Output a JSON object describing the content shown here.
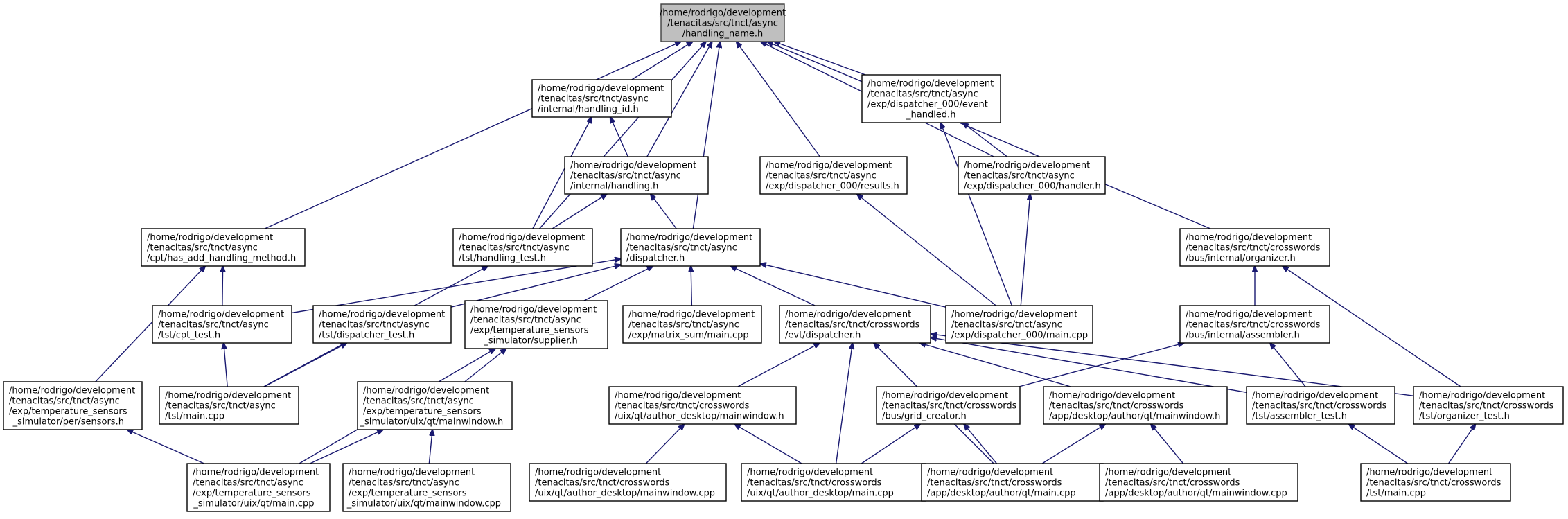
{
  "nodes": [
    {
      "id": "root",
      "lines": [
        "/home/rodrigo/development",
        "/tenacitas/src/tnct/async",
        "/handling_name.h"
      ],
      "highlight": true
    },
    {
      "id": "handling_id",
      "lines": [
        "/home/rodrigo/development",
        "/tenacitas/src/tnct/async",
        "/internal/handling_id.h"
      ]
    },
    {
      "id": "event_handled",
      "lines": [
        "/home/rodrigo/development",
        "/tenacitas/src/tnct/async",
        "/exp/dispatcher_000/event",
        "_handled.h"
      ]
    },
    {
      "id": "internal_handling",
      "lines": [
        "/home/rodrigo/development",
        "/tenacitas/src/tnct/async",
        "/internal/handling.h"
      ]
    },
    {
      "id": "results",
      "lines": [
        "/home/rodrigo/development",
        "/tenacitas/src/tnct/async",
        "/exp/dispatcher_000/results.h"
      ]
    },
    {
      "id": "handler",
      "lines": [
        "/home/rodrigo/development",
        "/tenacitas/src/tnct/async",
        "/exp/dispatcher_000/handler.h"
      ]
    },
    {
      "id": "has_add",
      "lines": [
        "/home/rodrigo/development",
        "/tenacitas/src/tnct/async",
        "/cpt/has_add_handling_method.h"
      ]
    },
    {
      "id": "handling_test",
      "lines": [
        "/home/rodrigo/development",
        "/tenacitas/src/tnct/async",
        "/tst/handling_test.h"
      ]
    },
    {
      "id": "dispatcher",
      "lines": [
        "/home/rodrigo/development",
        "/tenacitas/src/tnct/async",
        "/dispatcher.h"
      ]
    },
    {
      "id": "organizer",
      "lines": [
        "/home/rodrigo/development",
        "/tenacitas/src/tnct/crosswords",
        "/bus/internal/organizer.h"
      ]
    },
    {
      "id": "cpt_test",
      "lines": [
        "/home/rodrigo/development",
        "/tenacitas/src/tnct/async",
        "/tst/cpt_test.h"
      ]
    },
    {
      "id": "dispatcher_test",
      "lines": [
        "/home/rodrigo/development",
        "/tenacitas/src/tnct/async",
        "/tst/dispatcher_test.h"
      ]
    },
    {
      "id": "supplier",
      "lines": [
        "/home/rodrigo/development",
        "/tenacitas/src/tnct/async",
        "/exp/temperature_sensors",
        "_simulator/supplier.h"
      ]
    },
    {
      "id": "matrix_sum",
      "lines": [
        "/home/rodrigo/development",
        "/tenacitas/src/tnct/async",
        "/exp/matrix_sum/main.cpp"
      ]
    },
    {
      "id": "evt_dispatcher",
      "lines": [
        "/home/rodrigo/development",
        "/tenacitas/src/tnct/crosswords",
        "/evt/dispatcher.h"
      ]
    },
    {
      "id": "disp000_main",
      "lines": [
        "/home/rodrigo/development",
        "/tenacitas/src/tnct/async",
        "/exp/dispatcher_000/main.cpp"
      ]
    },
    {
      "id": "assembler",
      "lines": [
        "/home/rodrigo/development",
        "/tenacitas/src/tnct/crosswords",
        "/bus/internal/assembler.h"
      ]
    },
    {
      "id": "sensors",
      "lines": [
        "/home/rodrigo/development",
        "/tenacitas/src/tnct/async",
        "/exp/temperature_sensors",
        "_simulator/per/sensors.h"
      ]
    },
    {
      "id": "tst_main",
      "lines": [
        "/home/rodrigo/development",
        "/tenacitas/src/tnct/async",
        "/tst/main.cpp"
      ]
    },
    {
      "id": "uix_mainwindow_h",
      "lines": [
        "/home/rodrigo/development",
        "/tenacitas/src/tnct/async",
        "/exp/temperature_sensors",
        "_simulator/uix/qt/mainwindow.h"
      ]
    },
    {
      "id": "author_desktop_mw_h",
      "lines": [
        "/home/rodrigo/development",
        "/tenacitas/src/tnct/crosswords",
        "/uix/qt/author_desktop/mainwindow.h"
      ]
    },
    {
      "id": "grid_creator",
      "lines": [
        "/home/rodrigo/development",
        "/tenacitas/src/tnct/crosswords",
        "/bus/grid_creator.h"
      ]
    },
    {
      "id": "app_author_mw_h",
      "lines": [
        "/home/rodrigo/development",
        "/tenacitas/src/tnct/crosswords",
        "/app/desktop/author/qt/mainwindow.h"
      ]
    },
    {
      "id": "assembler_test",
      "lines": [
        "/home/rodrigo/development",
        "/tenacitas/src/tnct/crosswords",
        "/tst/assembler_test.h"
      ]
    },
    {
      "id": "organizer_test",
      "lines": [
        "/home/rodrigo/development",
        "/tenacitas/src/tnct/crosswords",
        "/tst/organizer_test.h"
      ]
    },
    {
      "id": "uix_main",
      "lines": [
        "/home/rodrigo/development",
        "/tenacitas/src/tnct/async",
        "/exp/temperature_sensors",
        "_simulator/uix/qt/main.cpp"
      ]
    },
    {
      "id": "uix_mainwindow_cpp",
      "lines": [
        "/home/rodrigo/development",
        "/tenacitas/src/tnct/async",
        "/exp/temperature_sensors",
        "_simulator/uix/qt/mainwindow.cpp"
      ]
    },
    {
      "id": "author_desktop_mw_cpp",
      "lines": [
        "/home/rodrigo/development",
        "/tenacitas/src/tnct/crosswords",
        "/uix/qt/author_desktop/mainwindow.cpp"
      ]
    },
    {
      "id": "author_desktop_main",
      "lines": [
        "/home/rodrigo/development",
        "/tenacitas/src/tnct/crosswords",
        "/uix/qt/author_desktop/main.cpp"
      ]
    },
    {
      "id": "app_author_main",
      "lines": [
        "/home/rodrigo/development",
        "/tenacitas/src/tnct/crosswords",
        "/app/desktop/author/qt/main.cpp"
      ]
    },
    {
      "id": "app_author_mw_cpp",
      "lines": [
        "/home/rodrigo/development",
        "/tenacitas/src/tnct/crosswords",
        "/app/desktop/author/qt/mainwindow.cpp"
      ]
    },
    {
      "id": "crosswords_tst_main",
      "lines": [
        "/home/rodrigo/development",
        "/tenacitas/src/tnct/crosswords",
        "/tst/main.cpp"
      ]
    }
  ],
  "edges": [
    [
      "handling_id",
      "root"
    ],
    [
      "event_handled",
      "root"
    ],
    [
      "internal_handling",
      "root"
    ],
    [
      "results",
      "root"
    ],
    [
      "handler",
      "root"
    ],
    [
      "has_add",
      "root"
    ],
    [
      "handling_test",
      "root"
    ],
    [
      "dispatcher",
      "root"
    ],
    [
      "organizer",
      "root"
    ],
    [
      "internal_handling",
      "handling_id"
    ],
    [
      "handling_test",
      "handling_id"
    ],
    [
      "handler",
      "event_handled"
    ],
    [
      "disp000_main",
      "event_handled"
    ],
    [
      "handling_test",
      "internal_handling"
    ],
    [
      "dispatcher",
      "internal_handling"
    ],
    [
      "disp000_main",
      "results"
    ],
    [
      "disp000_main",
      "handler"
    ],
    [
      "cpt_test",
      "has_add"
    ],
    [
      "sensors",
      "has_add"
    ],
    [
      "tst_main",
      "handling_test"
    ],
    [
      "cpt_test",
      "dispatcher"
    ],
    [
      "dispatcher_test",
      "dispatcher"
    ],
    [
      "supplier",
      "dispatcher"
    ],
    [
      "matrix_sum",
      "dispatcher"
    ],
    [
      "evt_dispatcher",
      "dispatcher"
    ],
    [
      "disp000_main",
      "dispatcher"
    ],
    [
      "assembler",
      "organizer"
    ],
    [
      "organizer_test",
      "organizer"
    ],
    [
      "tst_main",
      "cpt_test"
    ],
    [
      "tst_main",
      "dispatcher_test"
    ],
    [
      "uix_mainwindow_h",
      "supplier"
    ],
    [
      "uix_main",
      "supplier"
    ],
    [
      "author_desktop_mw_h",
      "evt_dispatcher"
    ],
    [
      "author_desktop_main",
      "evt_dispatcher"
    ],
    [
      "app_author_main",
      "evt_dispatcher"
    ],
    [
      "app_author_mw_h",
      "evt_dispatcher"
    ],
    [
      "assembler_test",
      "evt_dispatcher"
    ],
    [
      "organizer_test",
      "evt_dispatcher"
    ],
    [
      "grid_creator",
      "assembler"
    ],
    [
      "assembler_test",
      "assembler"
    ],
    [
      "uix_main",
      "sensors"
    ],
    [
      "uix_main",
      "uix_mainwindow_h"
    ],
    [
      "uix_mainwindow_cpp",
      "uix_mainwindow_h"
    ],
    [
      "author_desktop_mw_cpp",
      "author_desktop_mw_h"
    ],
    [
      "author_desktop_main",
      "author_desktop_mw_h"
    ],
    [
      "author_desktop_main",
      "grid_creator"
    ],
    [
      "app_author_main",
      "grid_creator"
    ],
    [
      "app_author_main",
      "app_author_mw_h"
    ],
    [
      "app_author_mw_cpp",
      "app_author_mw_h"
    ],
    [
      "crosswords_tst_main",
      "assembler_test"
    ],
    [
      "crosswords_tst_main",
      "organizer_test"
    ]
  ]
}
